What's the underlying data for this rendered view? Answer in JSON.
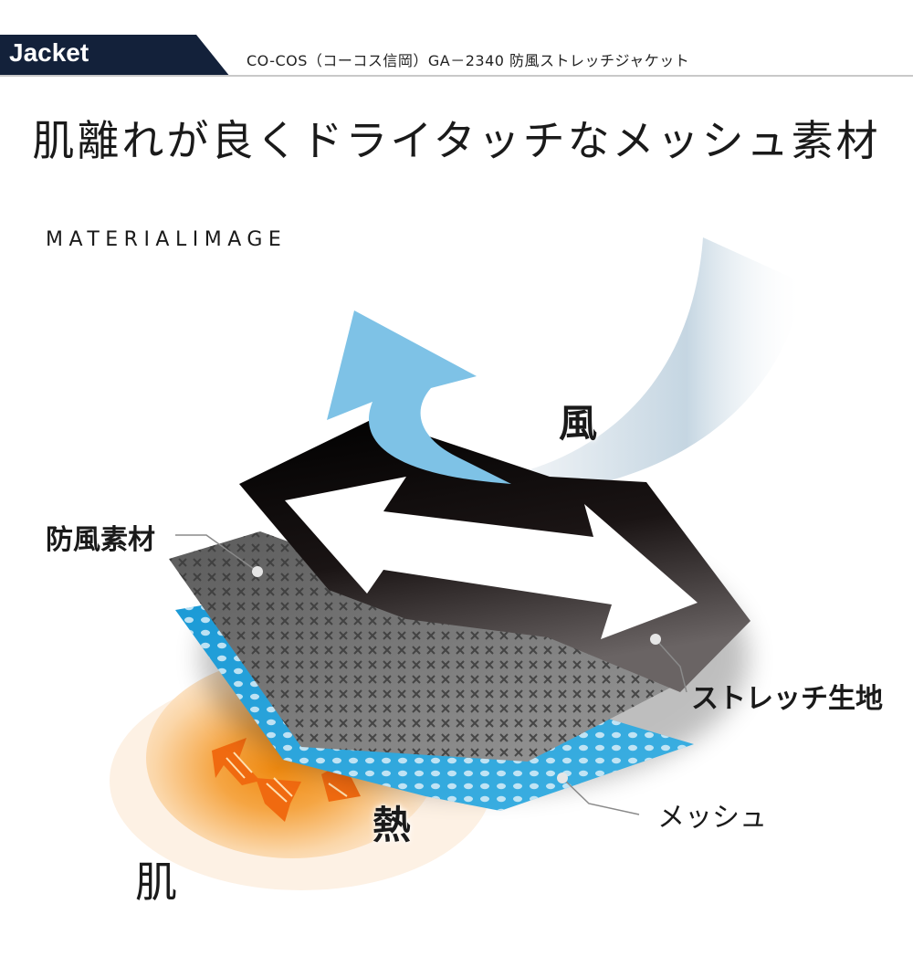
{
  "header": {
    "category": "Jacket",
    "product": "CO-COS（コーコス信岡）GA－2340 防風ストレッチジャケット"
  },
  "headline": "肌離れが良くドライタッチなメッシュ素材",
  "subhead": "MATERIALIMAGE",
  "diagram": {
    "labels": {
      "windproof": "防風素材",
      "stretch": "ストレッチ生地",
      "mesh": "メッシュ",
      "wind": "風",
      "heat": "熱",
      "skin": "肌"
    },
    "colors": {
      "wind_arrow": "#7ec2e6",
      "mesh": "#2fa6dc",
      "windproof": "#666666",
      "stretch": "#000000",
      "heat_glow": "#f39a1f",
      "skin_base": "#fbe2c6",
      "header_tab": "#13213a"
    }
  }
}
